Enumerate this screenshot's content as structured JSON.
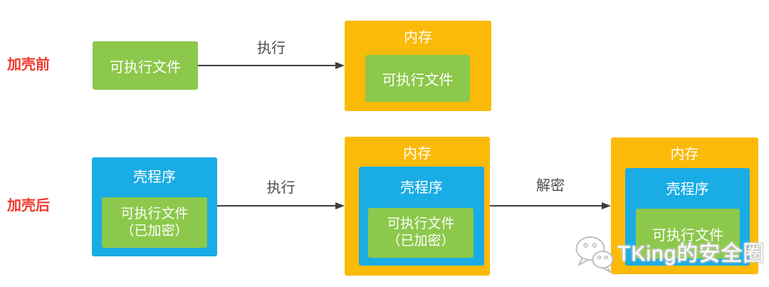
{
  "colors": {
    "green": "#8CC84B",
    "orange": "#FBBA07",
    "blue": "#1AACE4",
    "red": "#F0382B",
    "arrow": "#3F3F3F",
    "arrow-label": "#4D4D4D"
  },
  "before": {
    "row_label": "加壳前",
    "exe_file": "可执行文件",
    "execute_arrow_label": "执行",
    "memory": {
      "title": "内存",
      "exe_file": "可执行文件"
    }
  },
  "after": {
    "row_label": "加壳后",
    "packed_file": {
      "shell_title": "壳程序",
      "exe_line1": "可执行文件",
      "exe_line2": "（已加密）"
    },
    "execute_arrow_label": "执行",
    "memory_loaded": {
      "title": "内存",
      "shell_title": "壳程序",
      "exe_line1": "可执行文件",
      "exe_line2": "（已加密）"
    },
    "decrypt_arrow_label": "解密",
    "memory_decrypted": {
      "title": "内存",
      "shell_title": "壳程序",
      "exe_file": "可执行文件"
    }
  },
  "watermark": {
    "text": "TKing的安全圈",
    "icon": "wechat-icon"
  }
}
